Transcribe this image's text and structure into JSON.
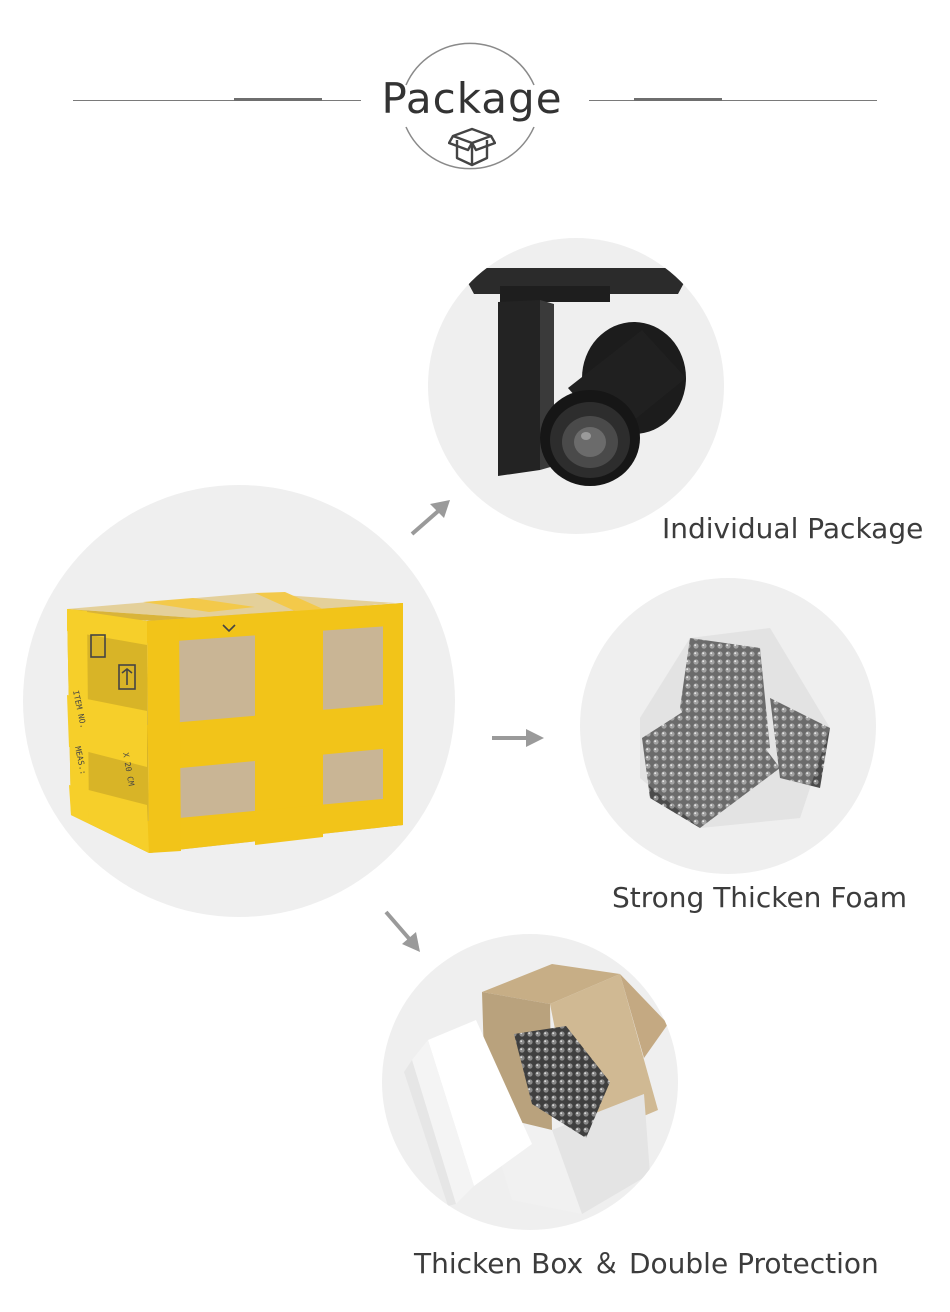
{
  "header": {
    "title": "Package",
    "icon": "box-icon"
  },
  "items": [
    {
      "caption": "Individual Package",
      "image": "track-spotlight"
    },
    {
      "caption": "Strong Thicken Foam",
      "image": "bubble-wrapped-spotlight"
    },
    {
      "caption": "Thicken Box ＆ Double Protection",
      "image": "foam-and-carton-box"
    }
  ],
  "main_image": {
    "image": "taped-carton-box",
    "side_marks": [
      "ITEM NO.",
      "MEAS.:",
      "X 20 CM"
    ]
  },
  "colors": {
    "circle_bg": "#efefef",
    "line": "#7a7a7a",
    "arrow": "#9a9a9a",
    "tape": "#f3c51c",
    "cardboard": "#c7b394"
  }
}
